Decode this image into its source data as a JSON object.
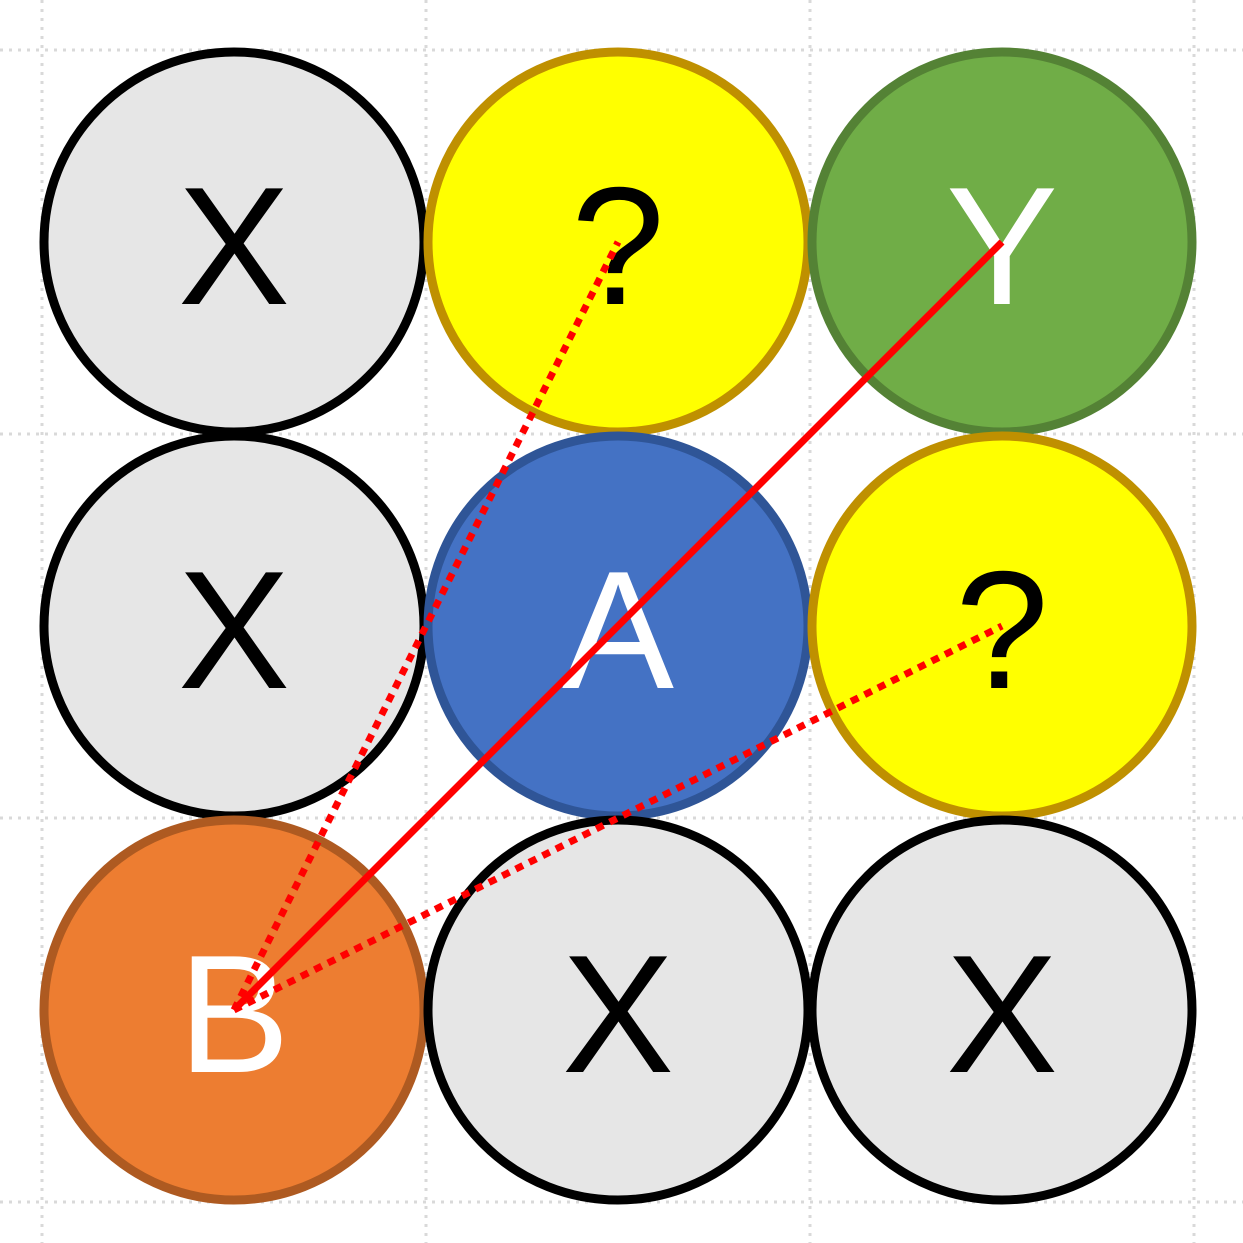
{
  "nodes": [
    {
      "row": 0,
      "col": 0,
      "label": "X",
      "fill": "#e6e6e6",
      "stroke": "#000000",
      "text": "#000000"
    },
    {
      "row": 0,
      "col": 1,
      "label": "?",
      "fill": "#ffff00",
      "stroke": "#bf9000",
      "text": "#000000"
    },
    {
      "row": 0,
      "col": 2,
      "label": "Y",
      "fill": "#70ad47",
      "stroke": "#548235",
      "text": "#ffffff"
    },
    {
      "row": 1,
      "col": 0,
      "label": "X",
      "fill": "#e6e6e6",
      "stroke": "#000000",
      "text": "#000000"
    },
    {
      "row": 1,
      "col": 1,
      "label": "A",
      "fill": "#4472c4",
      "stroke": "#2f5597",
      "text": "#ffffff"
    },
    {
      "row": 1,
      "col": 2,
      "label": "?",
      "fill": "#ffff00",
      "stroke": "#bf9000",
      "text": "#000000"
    },
    {
      "row": 2,
      "col": 0,
      "label": "B",
      "fill": "#ed7d31",
      "stroke": "#ae5a21",
      "text": "#ffffff"
    },
    {
      "row": 2,
      "col": 1,
      "label": "X",
      "fill": "#e6e6e6",
      "stroke": "#000000",
      "text": "#000000"
    },
    {
      "row": 2,
      "col": 2,
      "label": "X",
      "fill": "#e6e6e6",
      "stroke": "#000000",
      "text": "#000000"
    }
  ],
  "edges": [
    {
      "from": [
        2,
        0
      ],
      "to": [
        0,
        2
      ],
      "style": "solid",
      "color": "#ff0000"
    },
    {
      "from": [
        2,
        0
      ],
      "to": [
        0,
        1
      ],
      "style": "dotted",
      "color": "#ff0000"
    },
    {
      "from": [
        2,
        0
      ],
      "to": [
        1,
        2
      ],
      "style": "dotted",
      "color": "#ff0000"
    }
  ]
}
